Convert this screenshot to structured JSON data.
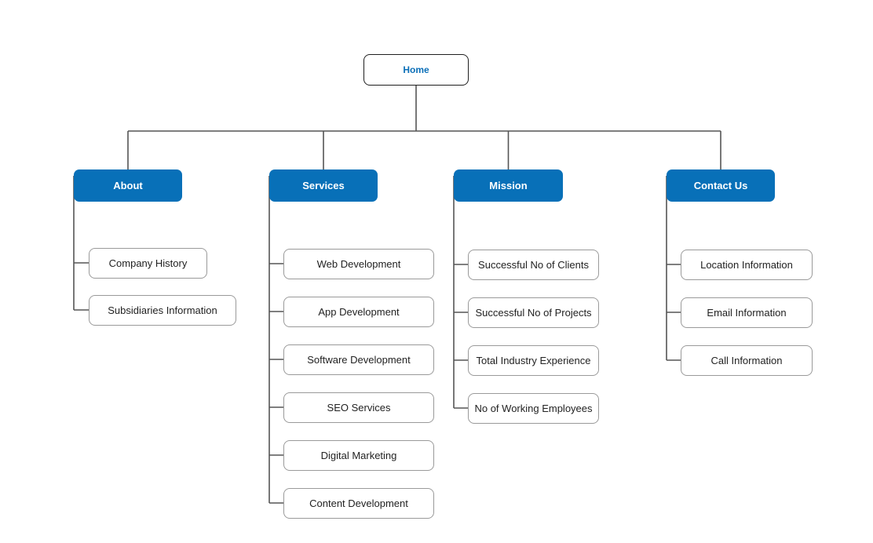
{
  "colors": {
    "category_fill": "#0870b8",
    "root_text": "#0b6fb8",
    "connector": "#555555"
  },
  "root": {
    "label": "Home"
  },
  "categories": [
    {
      "label": "About",
      "children": [
        "Company History",
        "Subsidiaries Information"
      ]
    },
    {
      "label": "Services",
      "children": [
        "Web Development",
        "App Development",
        "Software Development",
        "SEO Services",
        "Digital Marketing",
        "Content Development"
      ]
    },
    {
      "label": "Mission",
      "children": [
        "Successful No of Clients",
        "Successful No of Projects",
        "Total Industry Experience",
        "No of Working Employees"
      ]
    },
    {
      "label": "Contact Us",
      "children": [
        "Location Information",
        "Email Information",
        "Call Information"
      ]
    }
  ]
}
